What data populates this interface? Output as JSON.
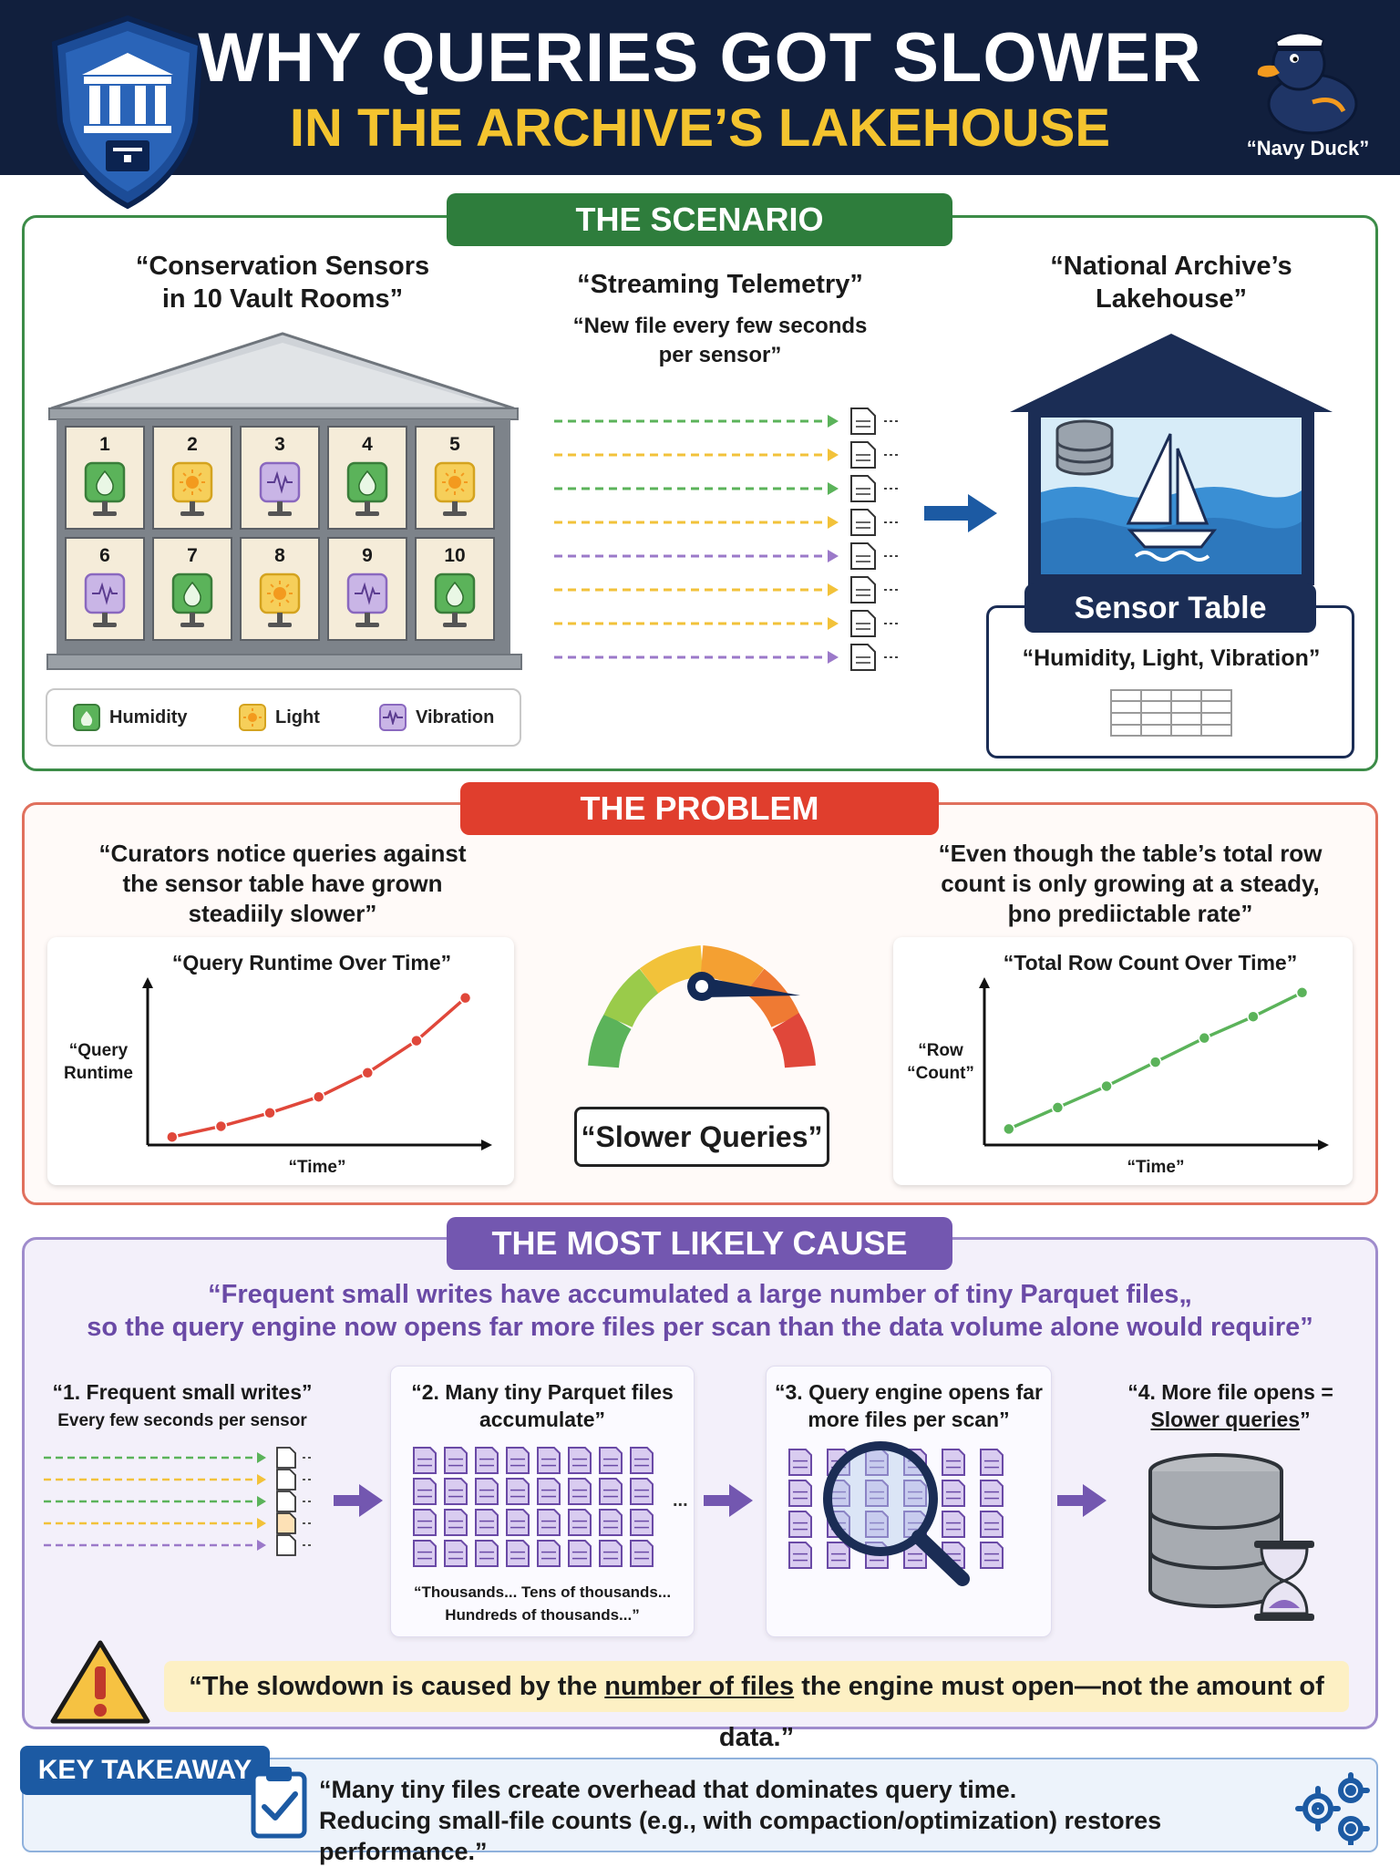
{
  "header": {
    "title_line1": "WHY QUERIES GOT SLOWER",
    "title_line2": "IN THE ARCHIVE’S LAKEHOUSE",
    "mascot_caption": "“Navy Duck”"
  },
  "scenario": {
    "pill": "THE SCENARIO",
    "left_heading_1": "“Conservation Sensors",
    "left_heading_2": "in 10 Vault Rooms”",
    "rooms": [
      {
        "number": "1",
        "sensor": "humidity"
      },
      {
        "number": "2",
        "sensor": "light"
      },
      {
        "number": "3",
        "sensor": "vibration"
      },
      {
        "number": "4",
        "sensor": "humidity"
      },
      {
        "number": "5",
        "sensor": "light"
      },
      {
        "number": "6",
        "sensor": "vibration"
      },
      {
        "number": "7",
        "sensor": "humidity"
      },
      {
        "number": "8",
        "sensor": "light"
      },
      {
        "number": "9",
        "sensor": "vibration"
      },
      {
        "number": "10",
        "sensor": "humidity"
      }
    ],
    "legend": {
      "humidity": "Humidity",
      "light": "Light",
      "vibration": "Vibration"
    },
    "mid_heading": "“Streaming Telemetry”",
    "mid_sub_1": "“New file every few seconds",
    "mid_sub_2": "per sensor”",
    "right_heading_1": "“National Archive’s",
    "right_heading_2": "Lakehouse”",
    "table_title": "Sensor Table",
    "table_sub": "“Humidity, Light, Vibration”"
  },
  "problem": {
    "pill": "THE PROBLEM",
    "left_quote_1": "“Curators notice queries against",
    "left_quote_2": "the sensor table have grown",
    "left_quote_3": "steadiily slower”",
    "right_quote_1": "“Even though the table’s total row",
    "right_quote_2": "count is only growing at a steady,",
    "right_quote_3": "þno prediictable rate”",
    "gauge_label": "“Slower Queries”",
    "runtime_chart": {
      "title": "“Query Runtime Over Time”",
      "ylabel_1": "“Query",
      "ylabel_2": "Runtime",
      "xlabel": "“Time”"
    },
    "rows_chart": {
      "title": "“Total Row Count Over Time”",
      "ylabel_1": "“Row",
      "ylabel_2": "“Count”",
      "xlabel": "“Time”"
    }
  },
  "chart_data": [
    {
      "type": "line",
      "title": "“Query Runtime Over Time”",
      "xlabel": "“Time”",
      "ylabel": "“Query Runtime",
      "x": [
        1,
        2,
        3,
        4,
        5,
        6,
        7
      ],
      "series": [
        {
          "values": [
            3,
            7,
            12,
            18,
            27,
            39,
            55
          ]
        }
      ],
      "xlim": [
        0.5,
        7.4
      ],
      "ylim": [
        0,
        60
      ],
      "color": "#e0473a"
    },
    {
      "type": "line",
      "title": "“Total Row Count Over Time”",
      "xlabel": "“Time”",
      "ylabel": "“Row “Count”",
      "x": [
        1,
        2,
        3,
        4,
        5,
        6,
        7
      ],
      "series": [
        {
          "values": [
            6,
            14,
            22,
            31,
            40,
            48,
            57
          ]
        }
      ],
      "xlim": [
        0.5,
        7.4
      ],
      "ylim": [
        0,
        60
      ],
      "color": "#5bb35a"
    }
  ],
  "cause": {
    "pill": "THE MOST LIKELY CAUSE",
    "quote_1": "“Frequent small writes have accumulated a large number of tiny Parquet files„",
    "quote_2": "so the query engine now opens far more files per scan than the data volume alone would require”",
    "step1_title": "“1. Frequent small writes”",
    "step1_sub": "Every few seconds per sensor",
    "step2_title_1": "“2. Many tiny Parquet files",
    "step2_title_2": "accumulate”",
    "step2_sub_1": "“Thousands... Tens of thousands...",
    "step2_sub_2": "Hundreds of thousands...”",
    "step3_title_1": "“3. Query engine opens far",
    "step3_title_2": "more files per scan”",
    "step4_title_1": "“4. More file opens =",
    "step4_title_2": "Slower queries",
    "step4_title_3": "”",
    "warn_pre": "“The slowdown is caused by the ",
    "warn_em": "number of files",
    "warn_post": " the engine must open—not the amount of data.”"
  },
  "takeaway": {
    "pill": "KEY TAKEAWAY",
    "line_1": "“Many tiny files create overhead that dominates query time.",
    "line_2": "Reducing small-file counts (e.g., with compaction/optimization) restores performance.”"
  },
  "colors": {
    "navy": "#111f3d",
    "gold": "#f4c42f",
    "green": "#2e7d3c",
    "red": "#e03e2d",
    "purple": "#7357b0",
    "humidity": "#5bb35a",
    "light": "#f2c23a",
    "vibration": "#9b79c9"
  }
}
